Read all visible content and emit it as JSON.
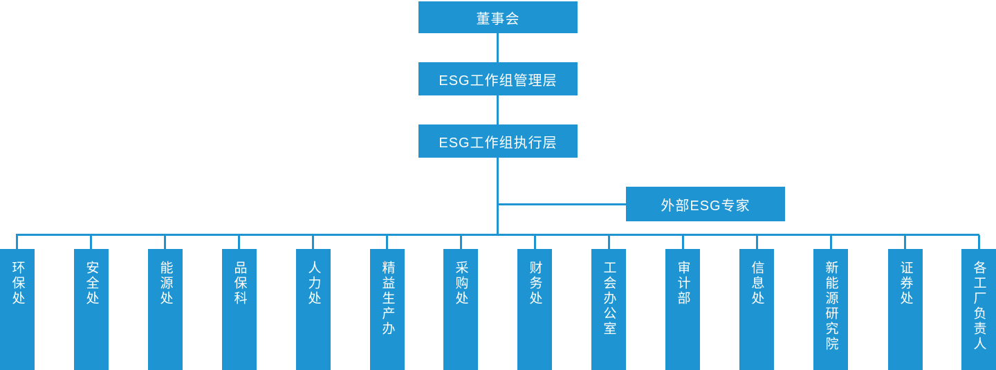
{
  "org_chart": {
    "colors": {
      "node_fill": "#1e95d2",
      "node_text": "#ffffff",
      "connector": "#1e95d2",
      "background": "#ffffff"
    },
    "hierarchy": [
      {
        "level": 1,
        "label": "董事会"
      },
      {
        "level": 2,
        "label": "ESG工作组管理层"
      },
      {
        "level": 3,
        "label": "ESG工作组执行层"
      }
    ],
    "advisor": {
      "label": "外部ESG专家"
    },
    "departments": [
      "环保处",
      "安全处",
      "能源处",
      "品保科",
      "人力处",
      "精益生产办",
      "采购处",
      "财务处",
      "工会办公室",
      "审计部",
      "信息处",
      "新能源研究院",
      "证券处",
      "各工厂负责人"
    ]
  }
}
